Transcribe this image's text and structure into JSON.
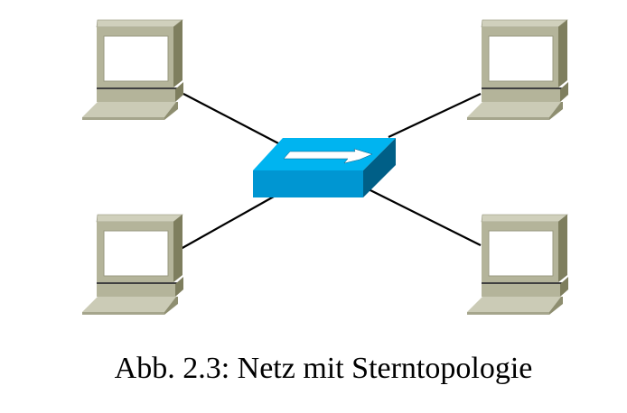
{
  "caption": "Abb. 2.3: Netz mit Sterntopologie",
  "nodes": [
    {
      "type": "computer",
      "position": "top-left"
    },
    {
      "type": "computer",
      "position": "top-right"
    },
    {
      "type": "computer",
      "position": "bottom-left"
    },
    {
      "type": "computer",
      "position": "bottom-right"
    },
    {
      "type": "switch",
      "position": "center"
    }
  ],
  "colors": {
    "computer_front": "#b4b49a",
    "computer_side": "#7e7e5e",
    "keyboard": "#cbcbb6",
    "switch_top": "#00b4f0",
    "switch_front": "#0096d2",
    "switch_side": "#005f87",
    "link": "#000000"
  }
}
